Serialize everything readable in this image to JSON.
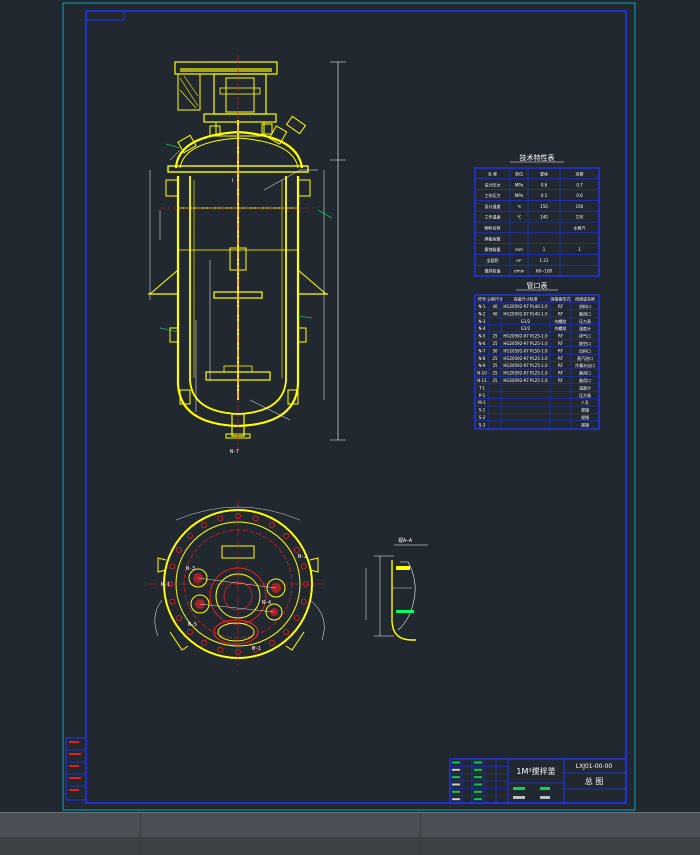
{
  "spec_table": {
    "title": "技术特性表",
    "headers": [
      "名 称",
      "单位",
      "釜体",
      "夹套"
    ],
    "rows": [
      [
        "设计压力",
        "MPa",
        "0.6",
        "0.7"
      ],
      [
        "工作压力",
        "MPa",
        "0.5",
        "0.6"
      ],
      [
        "设计温度",
        "℃",
        "150",
        "160"
      ],
      [
        "工作温度",
        "℃",
        "140",
        "150"
      ],
      [
        "物料名称",
        "",
        "",
        "水蒸汽"
      ],
      [
        "焊接系数",
        "",
        "",
        ""
      ],
      [
        "腐蚀裕量",
        "mm",
        "1",
        "1"
      ],
      [
        "全容积",
        "m³",
        "1.21",
        ""
      ],
      [
        "搅拌转速",
        "r/min",
        "60~100",
        ""
      ]
    ]
  },
  "nozzle_table": {
    "title": "管口表",
    "headers": [
      "符号",
      "公称尺寸",
      "连接尺寸标准",
      "连接面形式",
      "用途或名称"
    ],
    "rows": [
      [
        "N-1",
        "40",
        "HG20592-97 PL40-1.0",
        "RF",
        "进料口"
      ],
      [
        "N-2",
        "40",
        "HG20592-97 PL40-1.0",
        "RF",
        "备用口"
      ],
      [
        "N-3",
        "",
        "G1/2",
        "内螺纹",
        "压力表"
      ],
      [
        "N-4",
        "",
        "G1/2",
        "内螺纹",
        "温度计"
      ],
      [
        "N-5",
        "25",
        "HG20592-97 PL25-1.0",
        "RF",
        "排气口"
      ],
      [
        "N-6",
        "25",
        "HG20592-97 PL25-1.0",
        "RF",
        "放空口"
      ],
      [
        "N-7",
        "50",
        "HG20592-97 PL50-1.0",
        "RF",
        "出料口"
      ],
      [
        "N-8",
        "25",
        "HG20592-97 PL25-1.0",
        "RF",
        "蒸汽进口"
      ],
      [
        "N-9",
        "25",
        "HG20592-97 PL25-1.0",
        "RF",
        "冷凝水出口"
      ],
      [
        "N-10",
        "25",
        "HG20592-97 PL25-1.0",
        "RF",
        "备用口"
      ],
      [
        "N-11",
        "25",
        "HG20592-97 PL25-1.0",
        "RF",
        "备用口"
      ],
      [
        "T-1",
        "",
        "",
        "",
        "温度计"
      ],
      [
        "P-1",
        "",
        "",
        "",
        "压力表"
      ],
      [
        "M-1",
        "",
        "",
        "",
        "人孔"
      ],
      [
        "S-1",
        "",
        "",
        "",
        "视镜"
      ],
      [
        "S-2",
        "",
        "",
        "",
        "视镜"
      ],
      [
        "S-3",
        "",
        "",
        "",
        "视镜"
      ]
    ]
  },
  "labels": {
    "bottom_nozzle": "N-7",
    "detail_view": "Ⅰ",
    "section_view": "视A—A",
    "plan_nozzles": [
      "N-1",
      "N-2",
      "N-3",
      "N-4",
      "N-5",
      "M-1"
    ]
  },
  "title_block": {
    "title_main": "1M³搅拌釜",
    "drawing_number": "LXJ01-00-00",
    "sheet_name": "总 图"
  },
  "colors": {
    "background": "#212830",
    "border": "#0ea5b7",
    "equipment": "#ffff00",
    "centerline": "#e02020",
    "dimension": "#ffffff",
    "annotation": "#00ff66",
    "table": "#2233ee"
  }
}
